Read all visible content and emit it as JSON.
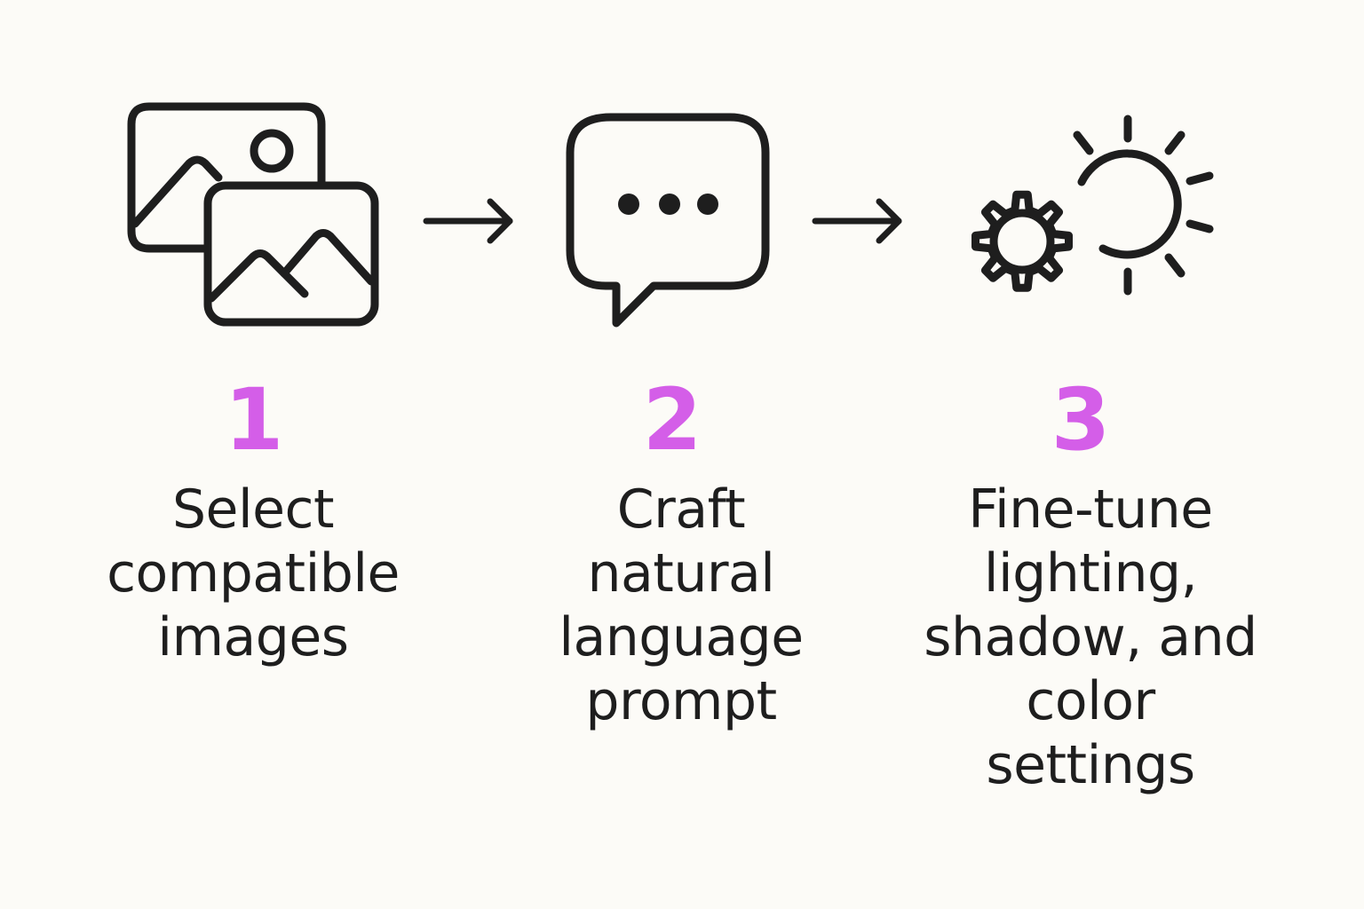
{
  "accent_color": "#D45EE8",
  "text_color": "#1E1E1E",
  "background_color": "#FCFBF7",
  "steps": [
    {
      "number": "1",
      "icon": "images-icon",
      "label_lines": [
        "Select",
        "compatible",
        "images"
      ]
    },
    {
      "number": "2",
      "icon": "chat-bubble-icon",
      "label_lines": [
        "Craft",
        "natural",
        "language",
        "prompt"
      ]
    },
    {
      "number": "3",
      "icon": "gear-sun-icon",
      "label_lines": [
        "Fine-tune",
        "lighting,",
        "shadow, and",
        "color",
        "settings"
      ]
    }
  ],
  "connectors": [
    "arrow-right-icon",
    "arrow-right-icon"
  ]
}
